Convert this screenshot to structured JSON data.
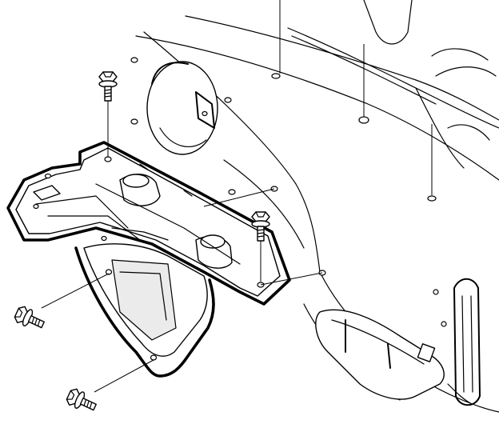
{
  "figure": {
    "colors": {
      "line": "#000000",
      "background": "#ffffff"
    },
    "parts": [
      {
        "id": "bolt-1",
        "icon": "hex-flange-bolt-icon"
      },
      {
        "id": "bolt-2",
        "icon": "hex-flange-bolt-icon"
      },
      {
        "id": "bolt-3",
        "icon": "hex-flange-bolt-icon"
      },
      {
        "id": "bolt-4",
        "icon": "hex-flange-bolt-icon"
      }
    ]
  }
}
